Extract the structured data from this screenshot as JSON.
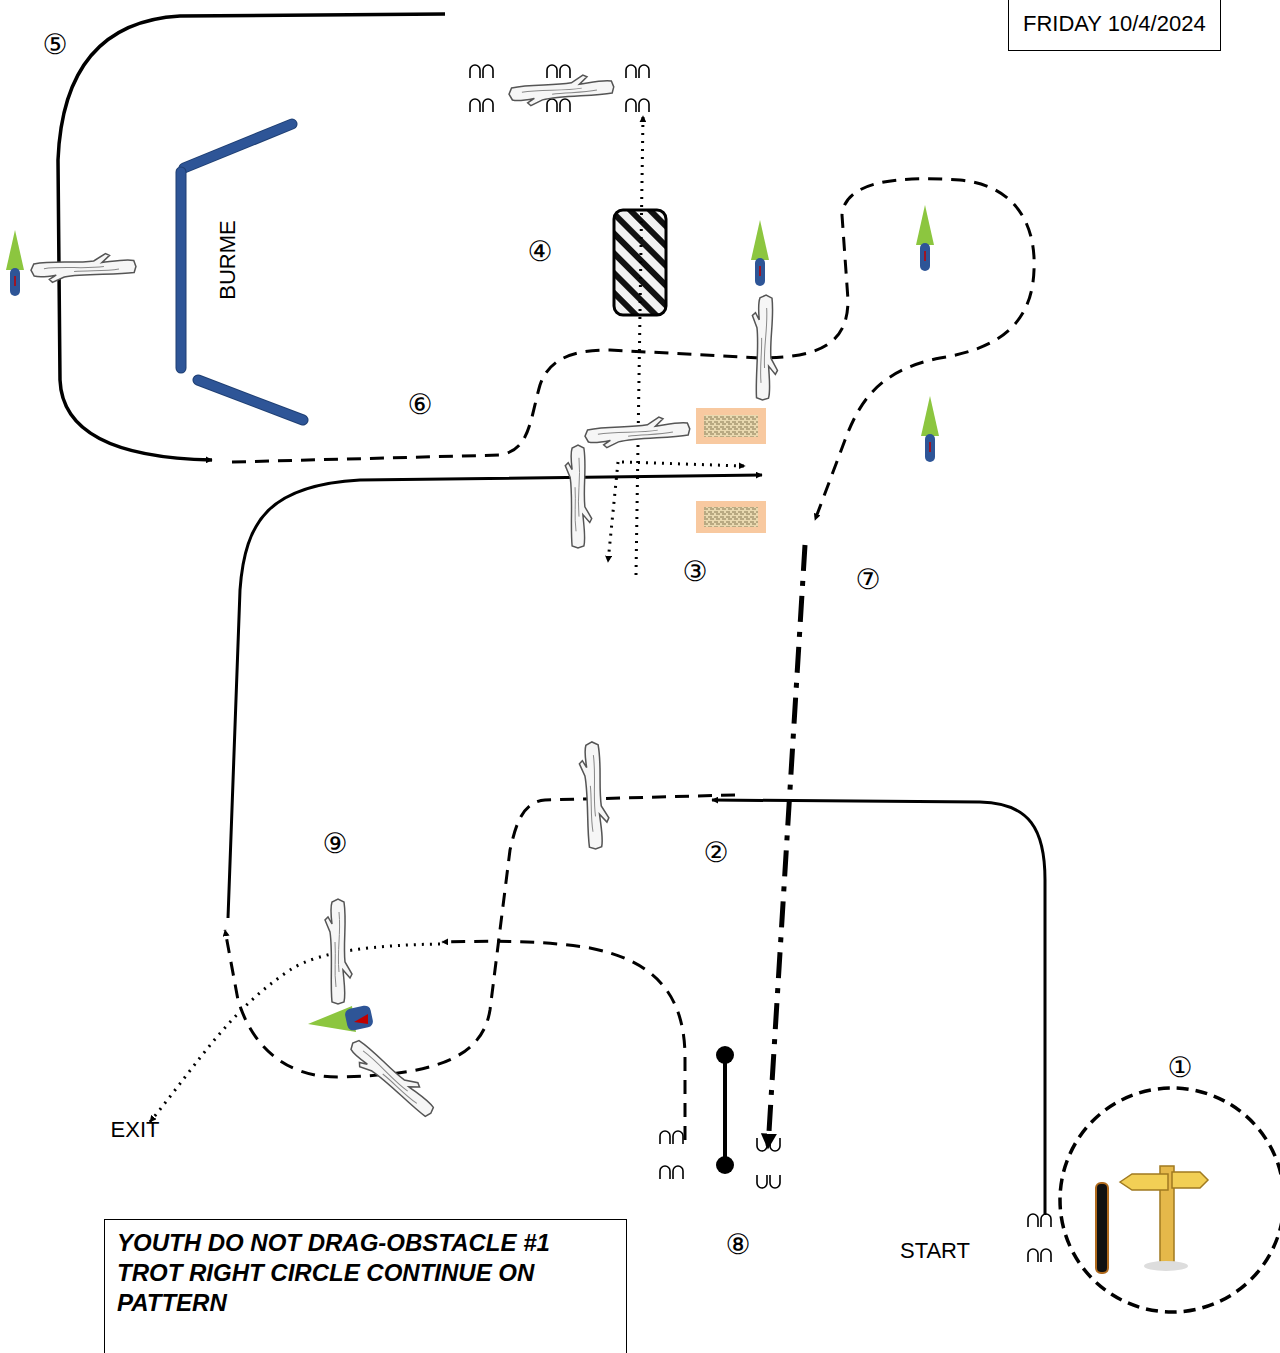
{
  "diagram": {
    "nodes": [
      {
        "text": [
          "FRIDAY 10/4/2024"
        ]
      },
      {
        "text": [
          "YOUTH DO NOT DRAG-OBSTACLE #1 TROT RIGHT CIRCLE CONTINUE ON PATTERN"
        ]
      }
    ],
    "labels": [
      "⑤",
      "④",
      "BURME",
      "⑥",
      "③",
      "⑦",
      "②",
      "⑨",
      "①",
      "EXIT",
      "⑧",
      "START"
    ]
  }
}
